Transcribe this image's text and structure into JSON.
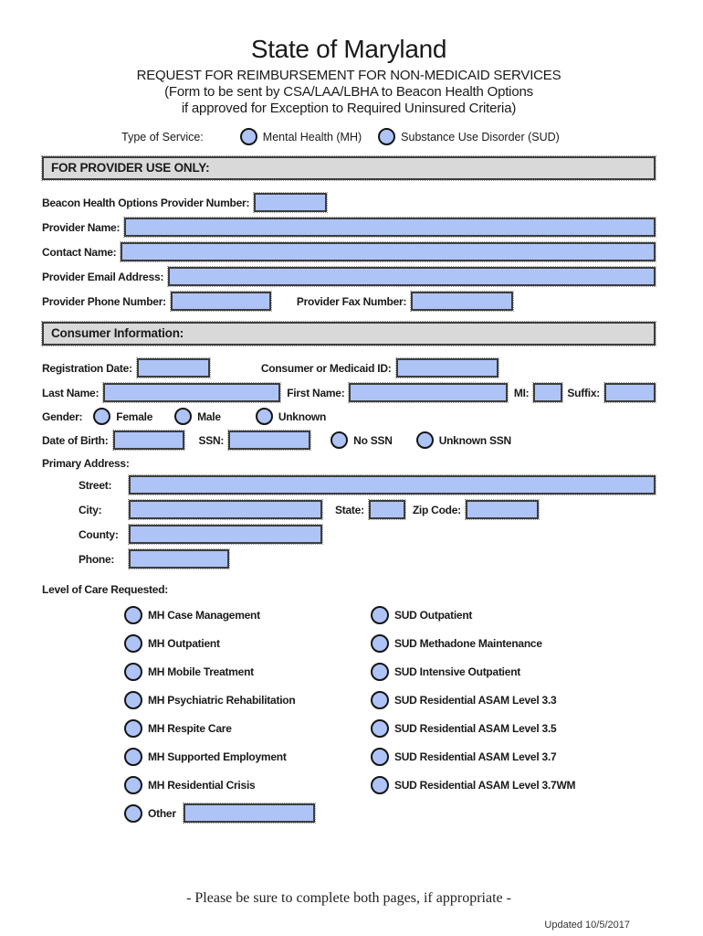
{
  "header": {
    "title": "State of Maryland",
    "subtitle1": "REQUEST FOR REIMBURSEMENT FOR NON-MEDICAID SERVICES",
    "subtitle2": "(Form to be sent by CSA/LAA/LBHA to Beacon Health Options",
    "subtitle3": "if approved for Exception to Required Uninsured Criteria)",
    "type_of_service_label": "Type of Service:",
    "type_of_service_options": [
      "Mental Health (MH)",
      "Substance Use Disorder (SUD)"
    ]
  },
  "provider": {
    "section_title": "FOR PROVIDER USE ONLY:",
    "provider_number_label": "Beacon Health Options Provider Number:",
    "provider_name_label": "Provider Name:",
    "contact_name_label": "Contact Name:",
    "email_label": "Provider Email Address:",
    "phone_label": "Provider Phone Number:",
    "fax_label": "Provider Fax Number:"
  },
  "consumer": {
    "section_title": "Consumer Information:",
    "registration_date_label": "Registration Date:",
    "medicaid_id_label": "Consumer or Medicaid ID:",
    "last_name_label": "Last Name:",
    "first_name_label": "First Name:",
    "mi_label": "MI:",
    "suffix_label": "Suffix:",
    "gender_label": "Gender:",
    "gender_options": [
      "Female",
      "Male",
      "Unknown"
    ],
    "dob_label": "Date of Birth:",
    "ssn_label": "SSN:",
    "no_ssn_label": "No SSN",
    "unknown_ssn_label": "Unknown SSN",
    "primary_address_label": "Primary Address:",
    "street_label": "Street:",
    "city_label": "City:",
    "state_label": "State:",
    "zip_label": "Zip Code:",
    "county_label": "County:",
    "phone_label": "Phone:"
  },
  "level_of_care": {
    "label": "Level of Care Requested:",
    "mh_options": [
      "MH Case Management",
      "MH Outpatient",
      "MH Mobile Treatment",
      "MH Psychiatric Rehabilitation",
      "MH Respite Care",
      "MH Supported Employment",
      "MH Residential Crisis"
    ],
    "other_label": "Other",
    "sud_options": [
      "SUD Outpatient",
      "SUD Methadone Maintenance",
      "SUD Intensive Outpatient",
      "SUD Residential ASAM Level 3.3",
      "SUD Residential ASAM Level 3.5",
      "SUD Residential ASAM Level 3.7",
      "SUD Residential ASAM Level 3.7WM"
    ]
  },
  "footer": {
    "note": "- Please be sure to complete both pages, if appropriate -",
    "updated": "Updated 10/5/2017"
  },
  "colors": {
    "field_fill": "#aec4f7",
    "field_border": "#3d3d3d",
    "section_header_bg": "#d9d9d9"
  }
}
